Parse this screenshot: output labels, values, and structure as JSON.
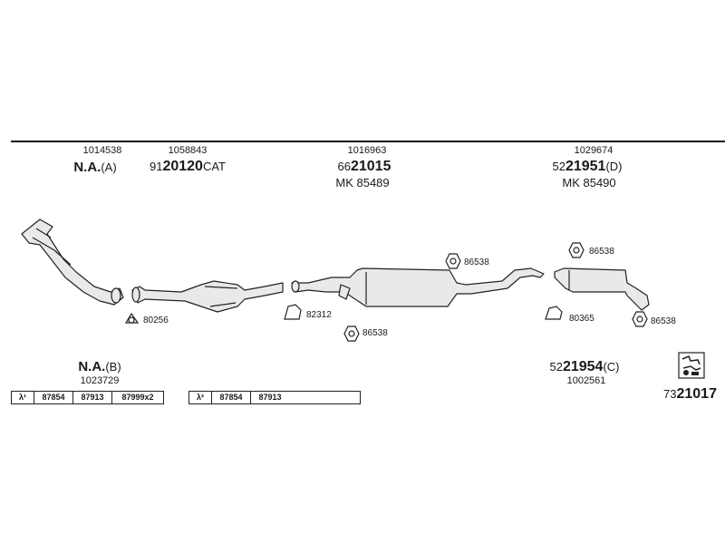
{
  "headers": {
    "h1": {
      "ref": "1014538",
      "main": "N.A.",
      "suffix": "(A)"
    },
    "h2": {
      "ref": "1058843",
      "prefix": "91",
      "main": "20120",
      "suffix": "CAT"
    },
    "h3": {
      "ref": "1016963",
      "prefix": "66",
      "main": "21015",
      "sub": "MK  85489"
    },
    "h4": {
      "ref": "1029674",
      "prefix": "52",
      "main": "21951",
      "suffix": "(D)",
      "sub": "MK  85490"
    }
  },
  "bottom": {
    "b1": {
      "main": "N.A.",
      "suffix": "(B)",
      "ref": "1023729"
    },
    "b2": {
      "prefix": "52",
      "main": "21954",
      "suffix": "(C)",
      "ref": "1002561"
    }
  },
  "part_labels": {
    "p80256": "80256",
    "p82312": "82312",
    "p86538a": "86538",
    "p86538b": "86538",
    "p86538c": "86538",
    "p86538d": "86538",
    "p80365": "80365"
  },
  "ref_table_1": [
    "λ¹",
    "87854",
    "87913",
    "87999x2"
  ],
  "ref_table_2": [
    "λ²",
    "87854",
    "87913"
  ],
  "code": {
    "prefix": "73",
    "main": "21017"
  },
  "logo_icon": "exhaust-system-logo"
}
